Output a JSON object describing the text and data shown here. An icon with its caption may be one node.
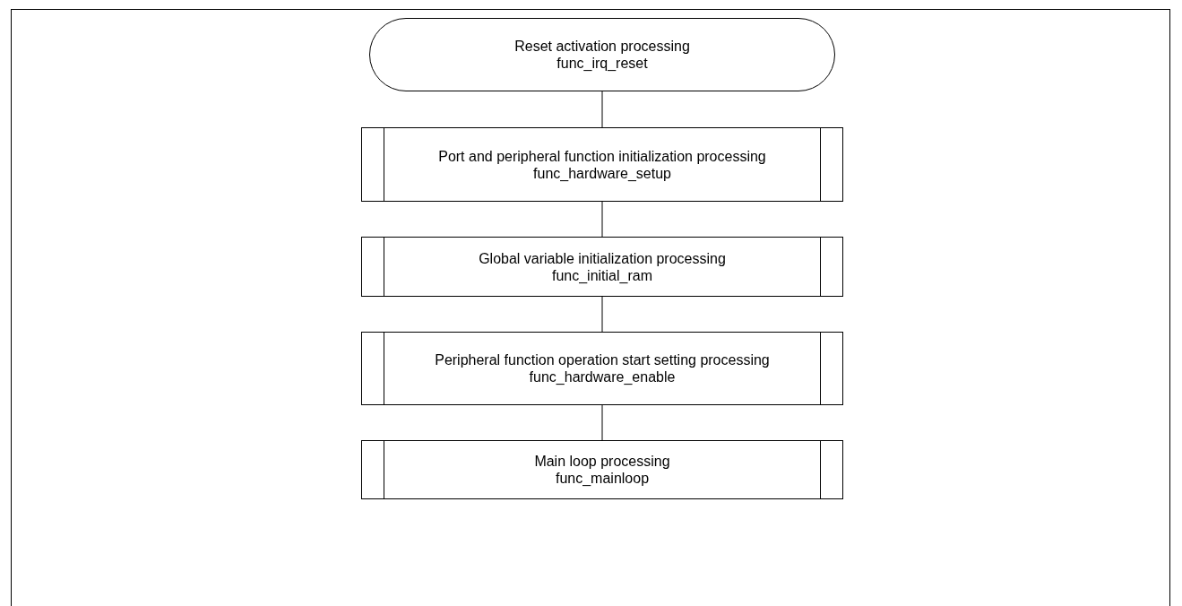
{
  "diagram": {
    "nodes": [
      {
        "text": [
          "Reset activation processing",
          "func_irq_reset"
        ]
      },
      {
        "text": [
          "Port and peripheral function initialization processing",
          "func_hardware_setup"
        ]
      },
      {
        "text": [
          "Global variable initialization processing",
          "func_initial_ram"
        ]
      },
      {
        "text": [
          "Peripheral function operation start setting processing",
          "func_hardware_enable"
        ]
      },
      {
        "text": [
          "Main loop processing",
          "func_mainloop"
        ]
      }
    ],
    "edges": [
      {
        "from": 0,
        "to": 1,
        "arrow": "none"
      },
      {
        "from": 1,
        "to": 2,
        "arrow": "none"
      },
      {
        "from": 2,
        "to": 3,
        "arrow": "none"
      },
      {
        "from": 3,
        "to": 4,
        "arrow": "none"
      }
    ]
  }
}
